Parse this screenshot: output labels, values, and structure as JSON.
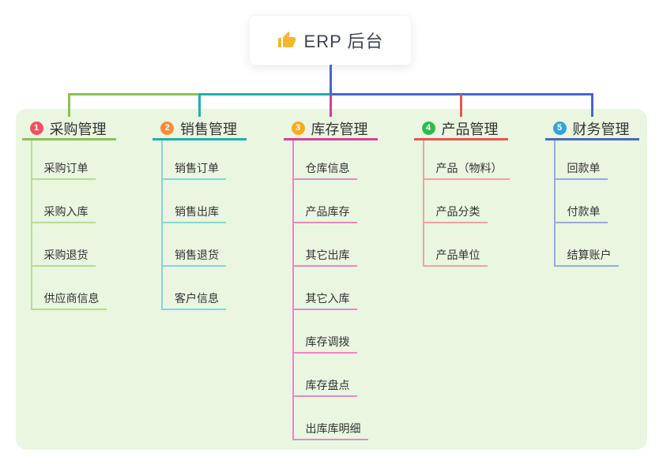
{
  "root": {
    "icon": "thumbs-up-icon",
    "icon_color": "#f2b92c",
    "title": "ERP 后台",
    "connector_color": "#4767c6"
  },
  "panel": {
    "bg": "#e9f6e0"
  },
  "branches": [
    {
      "badge": "1",
      "badge_color": "#f25062",
      "title": "采购管理",
      "line_color": "#8cc152",
      "child_line_color": "#b7dc8f",
      "children": [
        "采购订单",
        "采购入库",
        "采购退货",
        "供应商信息"
      ]
    },
    {
      "badge": "2",
      "badge_color": "#fa8b3c",
      "title": "销售管理",
      "line_color": "#17b3ac",
      "child_line_color": "#82d8d2",
      "children": [
        "销售订单",
        "销售出库",
        "销售退货",
        "客户信息"
      ]
    },
    {
      "badge": "3",
      "badge_color": "#fbab19",
      "title": "库存管理",
      "line_color": "#de3a9c",
      "child_line_color": "#f184c0",
      "children": [
        "仓库信息",
        "产品库存",
        "其它出库",
        "其它入库",
        "库存调拨",
        "库存盘点",
        "出库库明细"
      ]
    },
    {
      "badge": "4",
      "badge_color": "#2dbd4f",
      "title": "产品管理",
      "line_color": "#f0504e",
      "child_line_color": "#f6a09d",
      "children": [
        "产品（物料）",
        "产品分类",
        "产品单位"
      ]
    },
    {
      "badge": "5",
      "badge_color": "#33a3db",
      "title": "财务管理",
      "line_color": "#4767c6",
      "child_line_color": "#95abdf",
      "children": [
        "回款单",
        "付款单",
        "结算账户"
      ]
    }
  ]
}
